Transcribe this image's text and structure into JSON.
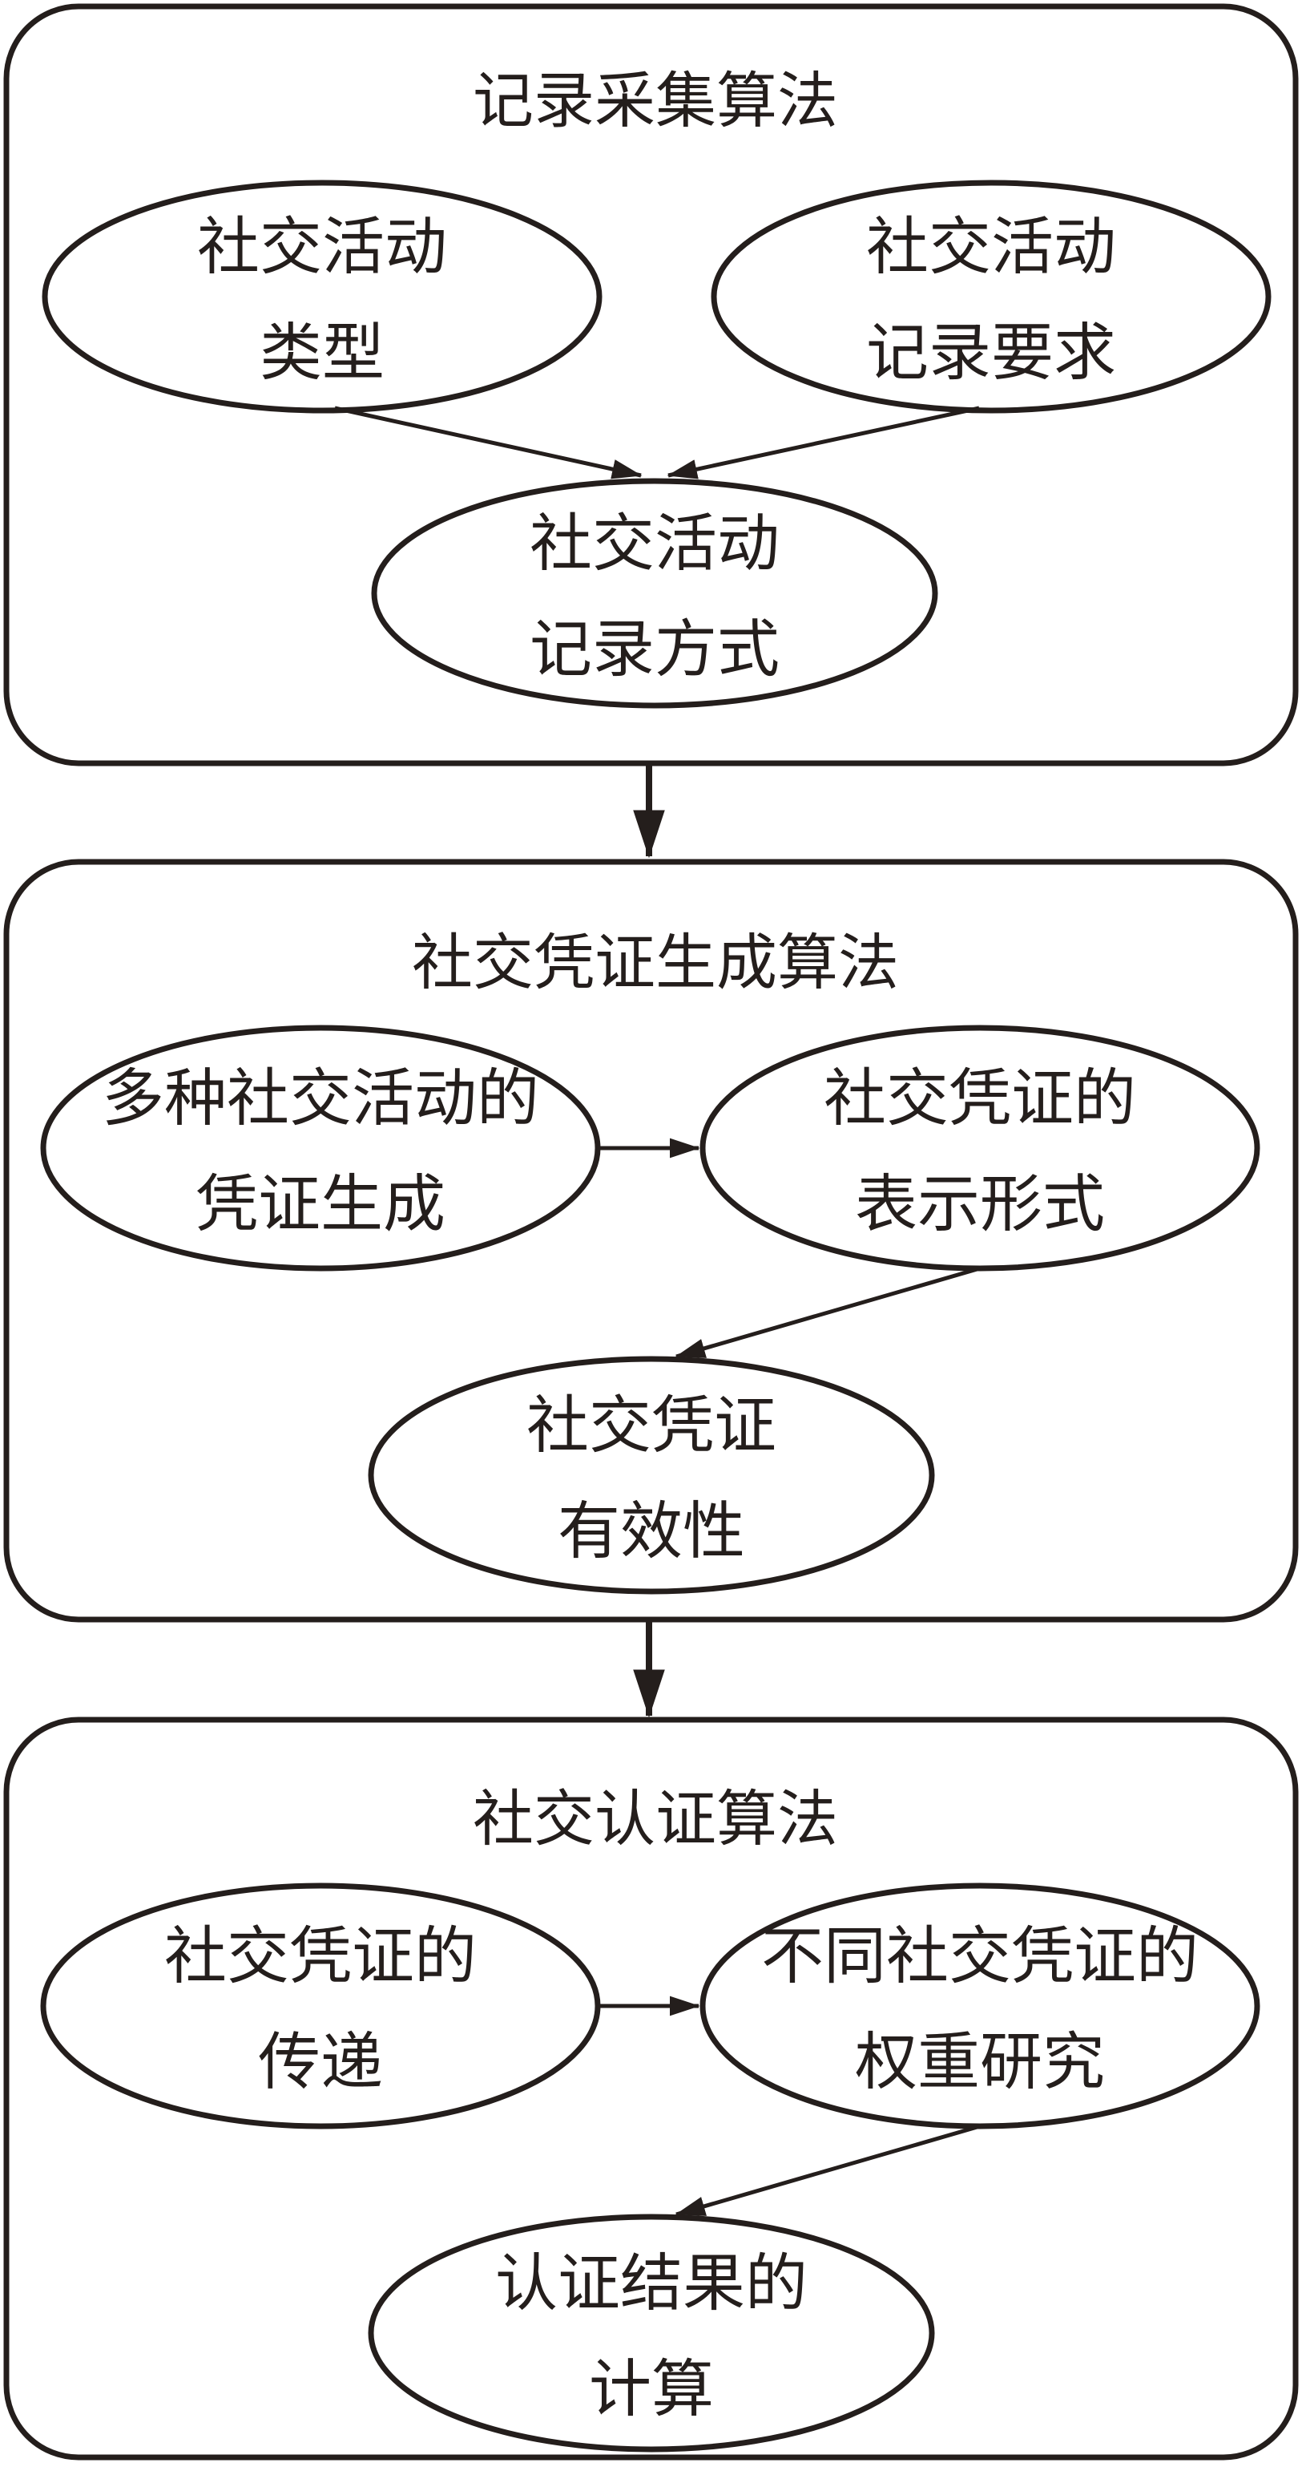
{
  "diagram": {
    "background_color": "#ffffff",
    "stroke_color": "#241e1c",
    "stages": [
      {
        "title": "记录采集算法",
        "nodes": [
          {
            "lines": [
              "社交活动",
              "类型"
            ]
          },
          {
            "lines": [
              "社交活动",
              "记录要求"
            ]
          },
          {
            "lines": [
              "社交活动",
              "记录方式"
            ]
          }
        ]
      },
      {
        "title": "社交凭证生成算法",
        "nodes": [
          {
            "lines": [
              "多种社交活动的",
              "凭证生成"
            ]
          },
          {
            "lines": [
              "社交凭证的",
              "表示形式"
            ]
          },
          {
            "lines": [
              "社交凭证",
              "有效性"
            ]
          }
        ]
      },
      {
        "title": "社交认证算法",
        "nodes": [
          {
            "lines": [
              "社交凭证的",
              "传递"
            ]
          },
          {
            "lines": [
              "不同社交凭证的",
              "权重研究"
            ]
          },
          {
            "lines": [
              "认证结果的",
              "计算"
            ]
          }
        ]
      }
    ]
  }
}
